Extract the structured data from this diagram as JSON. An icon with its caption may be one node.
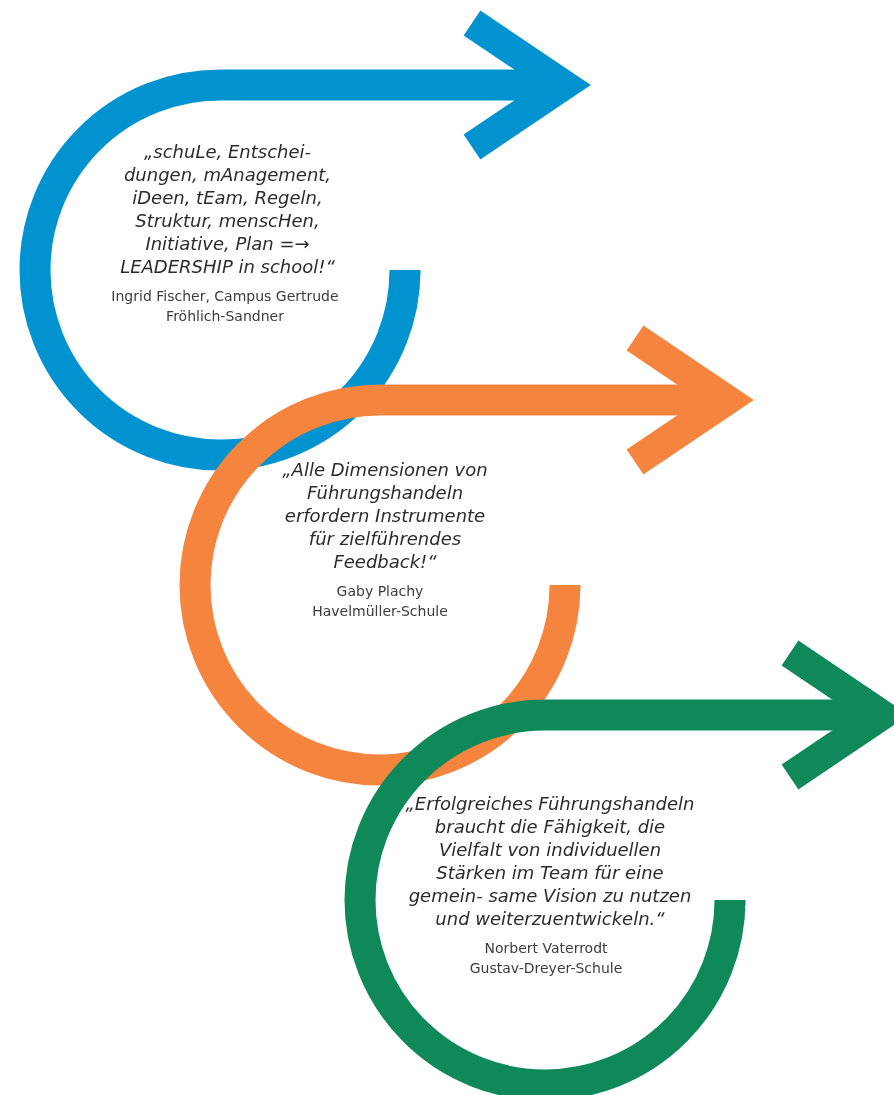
{
  "diagram": {
    "nodes": [
      {
        "text": [
          "„schuLe, Entschei- dungen, mAnagement, iDeen, tEam, Regeln, Struktur, menscHen, Initiative, Plan =→ LEADERSHIP in school!“",
          "Ingrid Fischer, Campus Gertrude Fröhlich-Sandner"
        ]
      },
      {
        "text": [
          "„Alle Dimensionen von Führungshandeln erfordern Instrumente für zielführendes Feedback!“",
          "Gaby Plachy Havelmüller-Schule"
        ]
      },
      {
        "text": [
          "„Erfolgreiches Führungshandeln braucht die Fähigkeit, die Vielfalt von individuellen Stärken im Team für eine gemein- same Vision zu nutzen und weiterzuentwickeln.“",
          "Norbert Vaterrodt Gustav-Dreyer-Schule"
        ]
      }
    ]
  }
}
